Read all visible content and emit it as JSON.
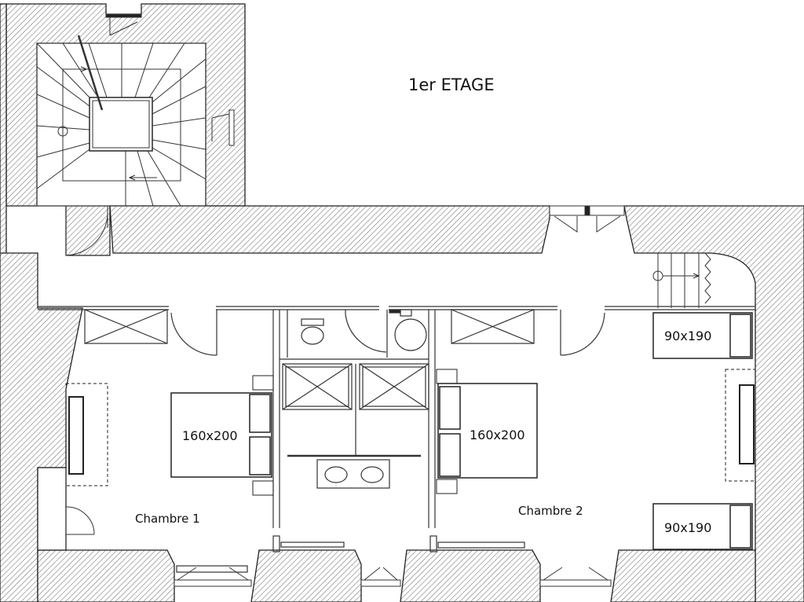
{
  "title": "1er ETAGE",
  "beds": [
    {
      "label": "160x200"
    },
    {
      "label": "160x200"
    },
    {
      "label": "90x190"
    },
    {
      "label": "90x190"
    }
  ],
  "rooms": [
    {
      "label": "Chambre 1"
    },
    {
      "label": "Chambre 2"
    }
  ]
}
